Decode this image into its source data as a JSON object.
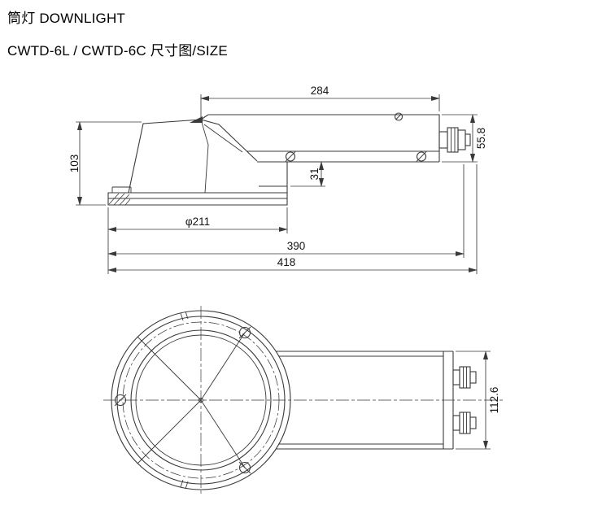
{
  "colors": {
    "background": "#ffffff",
    "line": "#3a3a3a",
    "text": "#000000"
  },
  "header": {
    "product_line": "筒灯 DOWNLIGHT",
    "model_line": "CWTD-6L / CWTD-6C   尺寸图/SIZE"
  },
  "drawing": {
    "side_view": {
      "dim_top_width": "284",
      "dim_right_height": "55.8",
      "dim_left_height": "103",
      "dim_can_depth": "31",
      "dim_trim_diameter": "φ211",
      "dim_body_length": "390",
      "dim_total_length": "418"
    },
    "plan_view": {
      "dim_body_height": "112.6"
    }
  }
}
